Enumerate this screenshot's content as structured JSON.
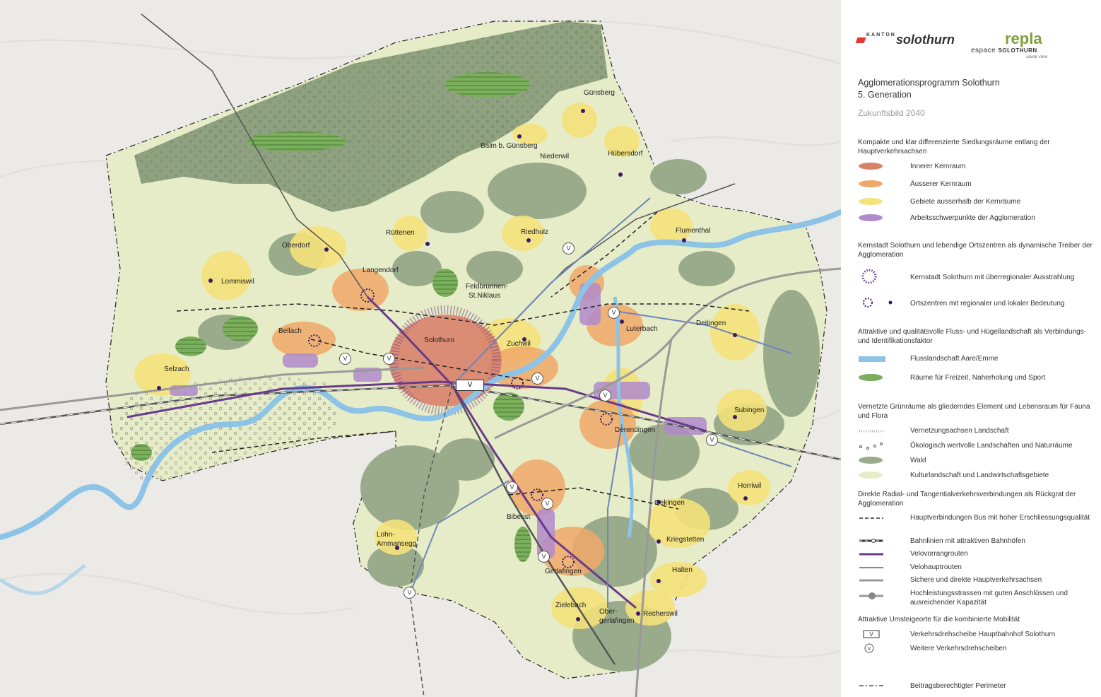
{
  "logos": {
    "kanton_small": "KANTON",
    "kanton_name": "solothurn",
    "repla": "repla",
    "espace": "espace",
    "solothurn_caps": "SOLOTHURN",
    "savoir": "savoir vivre"
  },
  "title_line1": "Agglomerationsprogramm Solothurn",
  "title_line2": "5. Generation",
  "subtitle": "Zukunftsbild 2040",
  "legend": {
    "group1_heading": "Kompakte und klar differenzierte Siedlungsräume entlang der Hauptverkehrsachsen",
    "innerer_kernraum": "Innerer Kernraum",
    "aeusserer_kernraum": "Äusserer Kernraum",
    "gebiete_ausserhalb": "Gebiete ausserhalb der Kernräume",
    "arbeitsschwerpunkte": "Arbeitsschwerpunkte der Agglomeration",
    "group2_heading": "Kernstadt Solothurn und lebendige Ortszentren als dynamische Treiber der Agglomeration",
    "kernstadt": "Kernstadt Solothurn mit überregionaler Ausstrahlung",
    "ortszentren": "Ortszentren mit regionaler und lokaler Bedeutung",
    "group3_heading": "Attraktive und qualitätsvolle Fluss- und Hügellandschaft als Verbindungs- und Identifikationsfaktor",
    "flusslandschaft": "Flusslandschaft Aare/Emme",
    "raeume_freizeit": "Räume für Freizeit, Naherholung und Sport",
    "group4_heading": "Vernetzte Grünräume als gliederndes Element und Lebensraum für Fauna und Flora",
    "vernetzungsachsen": "Vernetzungsachsen Landschaft",
    "oekologisch": "Ökologisch wertvolle Landschaften und Naturräume",
    "wald": "Wald",
    "kulturlandschaft": "Kulturlandschaft und Landwirtschaftsgebiete",
    "group5_heading": "Direkte Radial- und Tangentialverkehrsverbindungen als Rückgrat der Agglomeration",
    "hauptverbindungen_bus": "Hauptverbindungen Bus mit hoher Erschliessungsqualität",
    "bahnlinien": "Bahnlinien mit attraktiven Bahnhöfen",
    "velovorrang": "Velovorrangrouten",
    "velohaupt": "Velohauptrouten",
    "sichere_achsen": "Sichere und direkte Hauptverkehrsachsen",
    "hochleistung": "Hochleistungsstrassen mit guten Anschlüssen und ausreichender Kapazität",
    "group6_heading": "Attraktive Umsteigeorte für die kombinierte Mobilität",
    "drehscheibe_hb": "Verkehrsdrehscheibe Hauptbahnhof Solothurn",
    "weitere_drehscheiben": "Weitere Verkehrsdrehscheiben",
    "perimeter": "Beitragsberechtigter Perimeter"
  },
  "places": {
    "guensberg": "Günsberg",
    "balm": "Balm b. Günsberg",
    "niederwil": "Niederwil",
    "huebersdorf": "Hübersdorf",
    "ruettenen": "Rüttenen",
    "riedholz": "Riedholz",
    "flumenthal": "Flumenthal",
    "oberdorf": "Oberdorf",
    "langendorf": "Langendorf",
    "lommiswil": "Lommiswil",
    "feldbrunnen": "Feldbrunnen-",
    "stniklaus": "St.Niklaus",
    "bellach": "Bellach",
    "solothurn": "Solothurn",
    "zuchwil": "Zuchwil",
    "luterbach": "Luterbach",
    "deitingen": "Deitingen",
    "selzach": "Selzach",
    "subingen": "Subingen",
    "derendingen": "Derendingen",
    "horriwil": "Horriwil",
    "biberist": "Biberist",
    "oekingen": "Oekingen",
    "lohn": "Lohn-",
    "ammansegg": "Ammansegg",
    "kriegstetten": "Kriegstetten",
    "halten": "Halten",
    "gerlafingen": "Gerlafingen",
    "zielebach": "Zielebach",
    "ober": "Ober-",
    "gerlafingen2": "gerlafingen",
    "recherswil": "Recherswil"
  },
  "v_label": "V",
  "colors": {
    "inner_core": "#d9826a",
    "outer_core": "#f0a868",
    "outside_core": "#f4e27a",
    "work": "#b08acb",
    "river": "#8cc3e6",
    "forest": "#8a9e7c",
    "culture": "#e6ecc8",
    "velo_vorrang": "#6a3a8a",
    "velo_haupt": "#6f86b8"
  }
}
